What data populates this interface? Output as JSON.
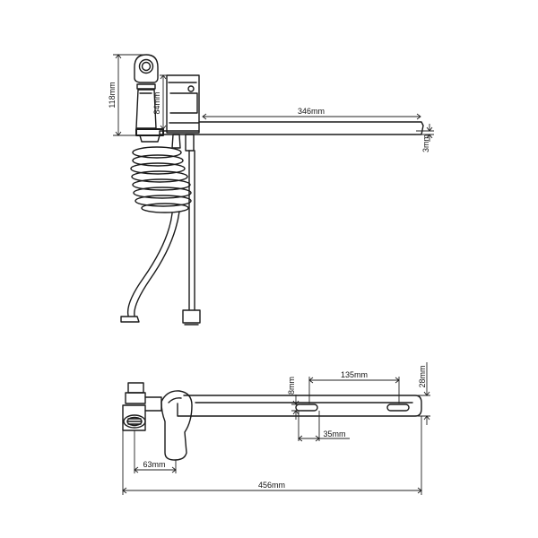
{
  "dimensions": {
    "height_total": "118mm",
    "body_height": "84mm",
    "spout_length": "346mm",
    "spout_thickness": "3mm",
    "slot_spacing": "135mm",
    "slot_width": "8mm",
    "spout_width": "28mm",
    "slot_length": "35mm",
    "handle_offset": "63mm",
    "overall_length": "456mm"
  },
  "colors": {
    "line": "#1a1a1a",
    "background": "#ffffff"
  }
}
